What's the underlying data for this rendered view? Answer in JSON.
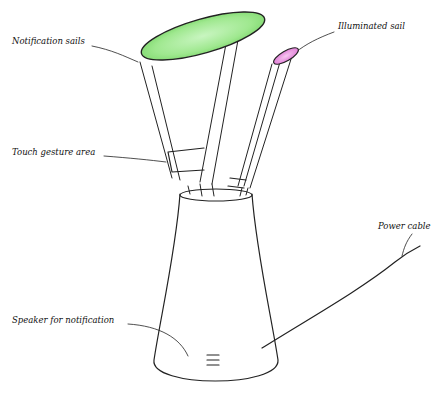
{
  "diagram": {
    "labels": [
      "Notification sails",
      "Illuminated sail",
      "Touch gesture area",
      "Power cable",
      "Speaker for notification"
    ]
  }
}
